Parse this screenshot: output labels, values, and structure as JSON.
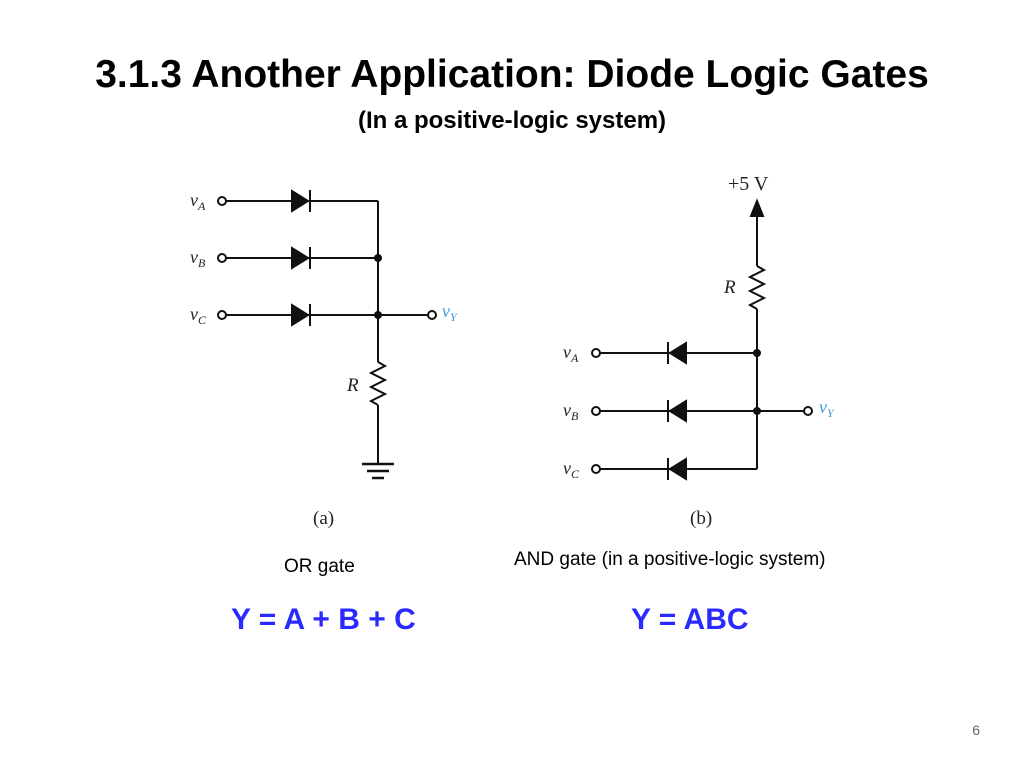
{
  "slide": {
    "title": "3.1.3 Another Application: Diode Logic Gates",
    "subtitle": "(In a positive-logic system)",
    "page_number": "6"
  },
  "circuit_a": {
    "inputs": [
      {
        "main": "v",
        "sub": "A"
      },
      {
        "main": "v",
        "sub": "B"
      },
      {
        "main": "v",
        "sub": "C"
      }
    ],
    "output": {
      "main": "v",
      "sub": "Y"
    },
    "resistor": "R",
    "figure_label": "(a)",
    "gate_caption": "OR gate",
    "equation": "Y = A + B + C"
  },
  "circuit_b": {
    "inputs": [
      {
        "main": "v",
        "sub": "A"
      },
      {
        "main": "v",
        "sub": "B"
      },
      {
        "main": "v",
        "sub": "C"
      }
    ],
    "output": {
      "main": "v",
      "sub": "Y"
    },
    "resistor": "R",
    "supply": "+5 V",
    "figure_label": "(b)",
    "gate_caption": "AND gate (in a positive-logic system)",
    "equation": "Y = ABC"
  },
  "colors": {
    "equation": "#2a2aff",
    "output_label": "#3a9bd6",
    "wire": "#111111"
  }
}
